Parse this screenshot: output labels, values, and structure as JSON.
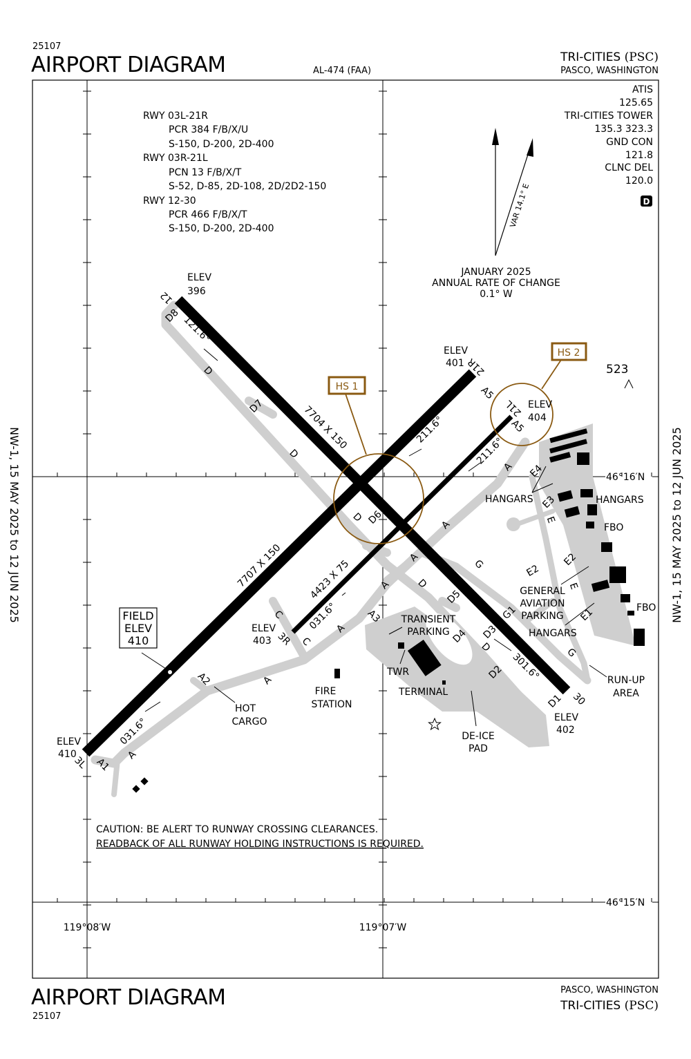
{
  "header": {
    "chart_number": "25107",
    "title": "AIRPORT DIAGRAM",
    "al_number": "AL-474 (FAA)",
    "airport_name": "TRI-CITIES",
    "ident": "(PSC)",
    "location": "PASCO, WASHINGTON"
  },
  "footer": {
    "chart_number": "25107",
    "title": "AIRPORT DIAGRAM",
    "location": "PASCO, WASHINGTON",
    "airport_name": "TRI-CITIES",
    "ident": "(PSC)"
  },
  "side_dates": {
    "left": "NW-1,  15 MAY 2025  to  12 JUN 2025",
    "right": "NW-1,  15 MAY 2025  to  12 JUN 2025"
  },
  "runway_info": [
    "RWY 03L-21R",
    "PCR 384 F/B/X/U",
    "S-150, D-200, 2D-400",
    "RWY 03R-21L",
    "PCN 13 F/B/X/T",
    "S-52, D-85, 2D-108, 2D/2D2-150",
    "RWY 12-30",
    "PCR 466 F/B/X/T",
    "S-150, D-200, 2D-400"
  ],
  "comms": {
    "atis_label": "ATIS",
    "atis_freq": "125.65",
    "tower_label": "TRI-CITIES TOWER",
    "tower_freq": "135.3  323.3",
    "gnd_label": "GND CON",
    "gnd_freq": "121.8",
    "clnc_label": "CLNC DEL",
    "clnc_freq": "120.0",
    "datis_badge": "D"
  },
  "magnetic": {
    "variation": "VAR 14.1° E",
    "change": [
      "JANUARY 2025",
      "ANNUAL RATE OF CHANGE",
      "0.1° W"
    ]
  },
  "coordinates": {
    "lat_north": "46°16′N",
    "lat_south": "46°15′N",
    "lon_west": "119°08′W",
    "lon_east": "119°07′W"
  },
  "hot_spots": [
    "HS 1",
    "HS 2"
  ],
  "obstacle_height": "523",
  "field_elev": [
    "FIELD",
    "ELEV",
    "410"
  ],
  "runways": {
    "r12": "12",
    "r30": "30",
    "r3l": "3L",
    "r21r": "21R",
    "r3r": "3R",
    "r21l": "21L",
    "dim_12_30": "7704 X 150",
    "dim_03l_21r": "7707 X 150",
    "dim_03r_21l": "4423 X 75",
    "hdg_121": "121.6°",
    "hdg_301": "301.6°",
    "hdg_211a": "211.6°",
    "hdg_211b": "211.6°",
    "hdg_031a": "031.6°",
    "hdg_031b": "031.6°"
  },
  "elevations": {
    "label": "ELEV",
    "e396": "396",
    "e401": "401",
    "e404": "404",
    "e403": "403",
    "e410": "410",
    "e402": "402"
  },
  "taxiways": {
    "D": "D",
    "D1": "D1",
    "D2": "D2",
    "D3": "D3",
    "D4": "D4",
    "D5": "D5",
    "D6": "D6",
    "D7": "D7",
    "D8": "D8",
    "A": "A",
    "A1": "A1",
    "A2": "A2",
    "A3": "A3",
    "A5": "A5",
    "C": "C",
    "G": "G",
    "G1": "G1",
    "E": "E",
    "E1": "E1",
    "E2": "E2",
    "E3": "E3",
    "E4": "E4"
  },
  "facilities": {
    "hangars": "HANGARS",
    "fbo": "FBO",
    "general_aviation": [
      "GENERAL",
      "AVIATION",
      "PARKING"
    ],
    "transient": [
      "TRANSIENT",
      "PARKING"
    ],
    "twr": "TWR",
    "terminal": "TERMINAL",
    "fire": [
      "FIRE",
      "STATION"
    ],
    "hot_cargo": [
      "HOT",
      "CARGO"
    ],
    "deice": [
      "DE-ICE",
      "PAD"
    ],
    "runup": [
      "RUN-UP",
      "AREA"
    ]
  },
  "caution": [
    "CAUTION: BE ALERT TO RUNWAY CROSSING CLEARANCES.",
    "READBACK OF ALL RUNWAY HOLDING INSTRUCTIONS IS REQUIRED."
  ]
}
